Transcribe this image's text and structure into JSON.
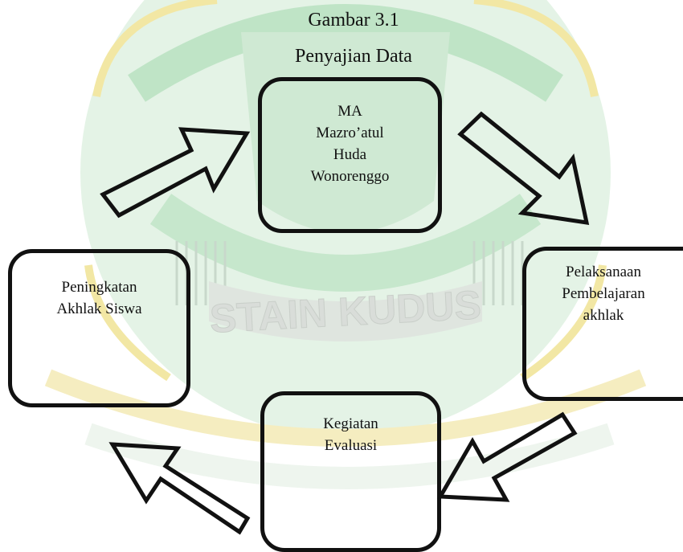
{
  "figure": {
    "title_line1": "Gambar 3.1",
    "title_line2": "Penyajian Data"
  },
  "watermark": {
    "text": "STAIN KUDUS",
    "colors": {
      "green": "#2e9a4a",
      "yellow": "#e0c400"
    }
  },
  "nodes": {
    "top": {
      "lines": [
        "MA",
        "Mazro’atul",
        "Huda",
        "Wonorenggo"
      ]
    },
    "right": {
      "lines": [
        "Pelaksanaan",
        "Pembelajaran",
        "akhlak"
      ]
    },
    "bottom": {
      "lines": [
        "Kegiatan",
        "Evaluasi"
      ]
    },
    "left": {
      "lines": [
        "Peningkatan",
        "Akhlak Siswa"
      ]
    }
  }
}
